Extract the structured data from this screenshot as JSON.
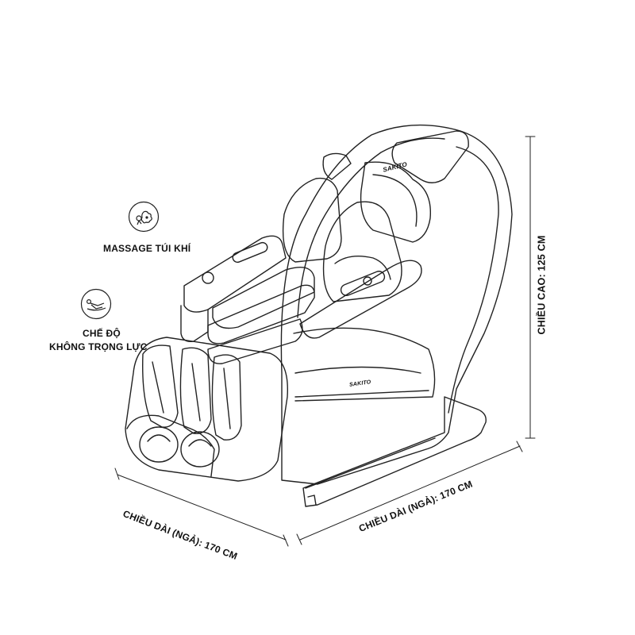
{
  "features": [
    {
      "label_lines": [
        "MASSAGE TÚI KHÍ"
      ],
      "icon": "airbag-massage-icon"
    },
    {
      "label_lines": [
        "CHẾ ĐỘ",
        "KHÔNG TRỌNG LỰC"
      ],
      "icon": "zero-gravity-icon"
    }
  ],
  "dimensions": {
    "height": "CHIỀU CAO: 125 CM",
    "length_left": "CHIỀU DÀI (NGẢ): 170 CM",
    "length_right": "CHIỀU DÀI (NGẢ): 170 CM"
  },
  "brand": {
    "logo_text": "SAKITO"
  }
}
